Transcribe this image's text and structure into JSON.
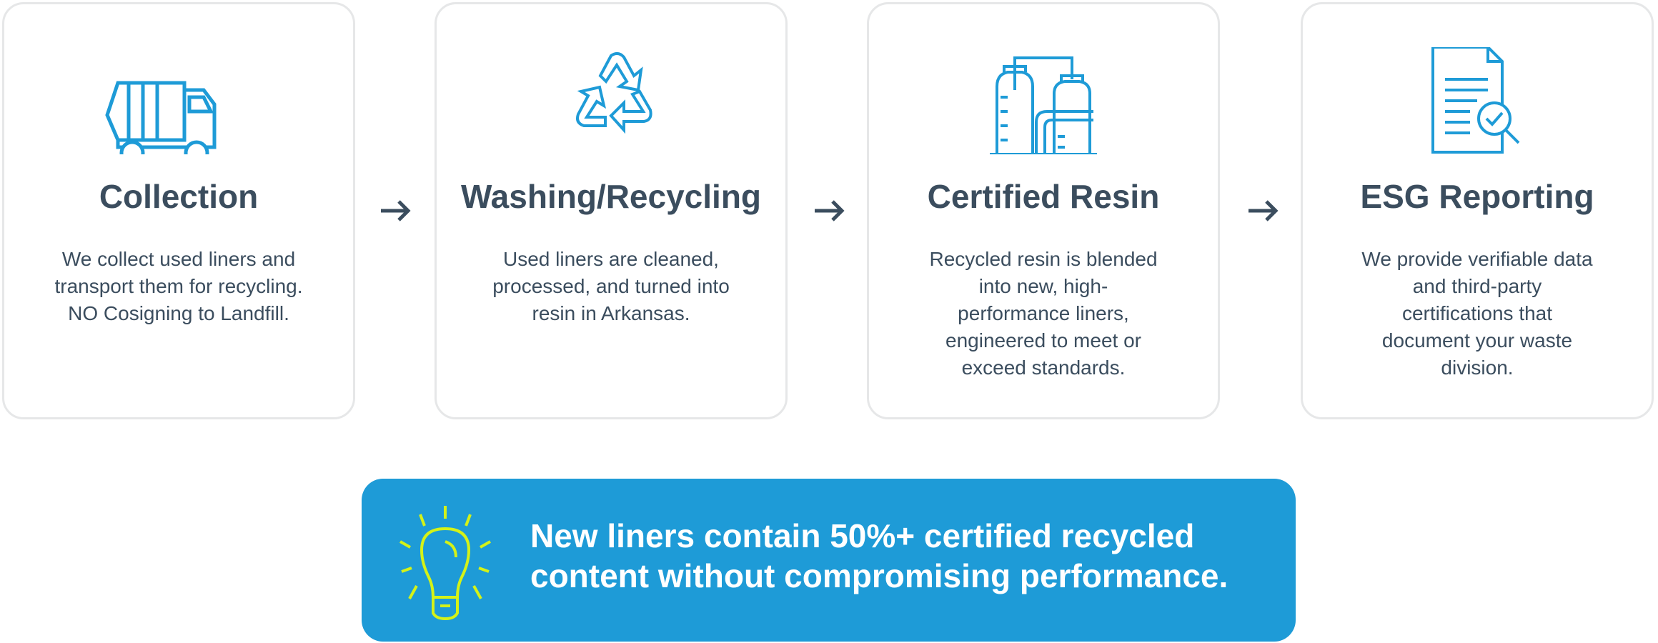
{
  "steps": [
    {
      "title": "Collection",
      "lines": [
        "We collect used liners and",
        "transport them for recycling.",
        "NO Cosigning to Landfill."
      ],
      "icon": "garbage-truck-icon"
    },
    {
      "title": "Washing/Recycling",
      "lines": [
        "Used liners are cleaned,",
        "processed, and turned into",
        "resin in Arkansas."
      ],
      "icon": "recycle-icon"
    },
    {
      "title": "Certified Resin",
      "lines": [
        "Recycled resin is blended",
        "into new, high-",
        "performance liners,",
        "engineered to meet or",
        "exceed standards."
      ],
      "icon": "factory-tanks-icon"
    },
    {
      "title": "ESG Reporting",
      "lines": [
        "We provide verifiable data",
        "and third-party",
        "certifications that",
        "document your waste",
        "division."
      ],
      "icon": "document-check-icon"
    }
  ],
  "banner": {
    "lines": [
      "New liners contain 50%+ certified recycled",
      "content without compromising performance."
    ],
    "icon": "lightbulb-icon"
  },
  "colors": {
    "accent": "#1e9bd7",
    "text": "#3b4d5e",
    "bulb": "#d4f218",
    "border": "#e6e7e8"
  }
}
